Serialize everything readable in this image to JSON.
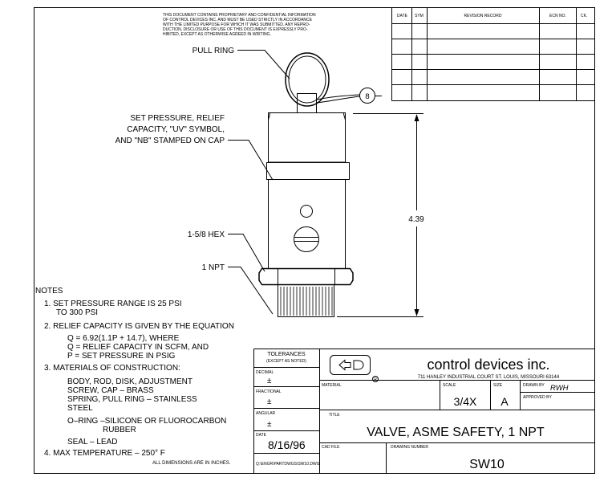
{
  "notice": [
    "THIS DOCUMENT CONTAINS PROPRIETARY AND CONFIDENTIAL INFORMATION",
    "OF CONTROL DEVICES INC. AND MUST BE USED STRICTLY IN ACCORDANCE",
    "WITH THE LIMITED PURPOSE FOR WHICH IT WAS SUBMITTED.  ANY REPRO-",
    "DUCTION, DISCLOSURE OR USE OF THIS DOCUMENT IS EXPRESSLY PRO-",
    "HIBITED, EXCEPT AS OTHERWISE AGREED IN WRITING."
  ],
  "revision": {
    "date": "DATE",
    "sym": "SYM",
    "record": "REVISION RECORD",
    "ecn": "ECN NO.",
    "ck": "CK."
  },
  "callouts": {
    "pull_ring": "PULL RING",
    "set_pressure": [
      "SET PRESSURE, RELIEF",
      "CAPACITY, \"UV\" SYMBOL,",
      "AND \"NB\" STAMPED ON CAP"
    ],
    "hex": "1-5/8 HEX",
    "npt": "1 NPT",
    "balloon": "8",
    "height_dim": "4.39"
  },
  "notes": {
    "heading": "NOTES",
    "lines": [
      "1. SET PRESSURE RANGE IS 25 PSI",
      "TO 300 PSI",
      "2. RELIEF CAPACITY IS GIVEN BY THE EQUATION",
      "Q  =  6.92(1.1P  +  14.7), WHERE",
      "Q  =  RELIEF CAPACITY IN SCFM, AND",
      "P  =  SET PRESSURE IN PSIG",
      "3. MATERIALS OF CONSTRUCTION:",
      "BODY, ROD, DISK, ADJUSTMENT",
      "SCREW, CAP  –  BRASS",
      "SPRING, PULL RING  –  STAINLESS",
      "STEEL",
      "O–RING  –SILICONE  OR  FLUOROCARBON",
      "RUBBER",
      "SEAL  –  LEAD",
      "4. MAX TEMPERATURE  –  250° F"
    ],
    "footer": "ALL DIMENSIONS ARE IN INCHES."
  },
  "title_block": {
    "tolerances": "TOLERANCES",
    "except_noted": "(EXCEPT AS NOTED)",
    "decimal": "DECIMAL",
    "fractional": "FRACTIONAL",
    "angular": "ANGULAR",
    "plus_minus": "±",
    "date_label": "DATE",
    "date_value": "8/16/96",
    "company": "control  devices  inc.",
    "address": "711 HANLEY INDUSTRIAL COURT   ST. LOUIS, MISSOURI 63144",
    "material_label": "MATERIAL",
    "scale_label": "SCALE",
    "scale_value": "3/4X",
    "size_label": "SIZE",
    "size_value": "A",
    "drawn_by_label": "DRAWN BY",
    "drawn_by_value": "RWH",
    "approved_by_label": "APPROVED BY",
    "title_label": "TITLE",
    "title_value": "VALVE,  ASME  SAFETY,  1  NPT",
    "cad_file_label": "CAD FILE",
    "cad_file_value": "Q:\\ENGR\\PARTDWGS\\SW10.DWG",
    "drawing_number_label": "DRAWING NUMBER",
    "drawing_number_value": "SW10"
  }
}
